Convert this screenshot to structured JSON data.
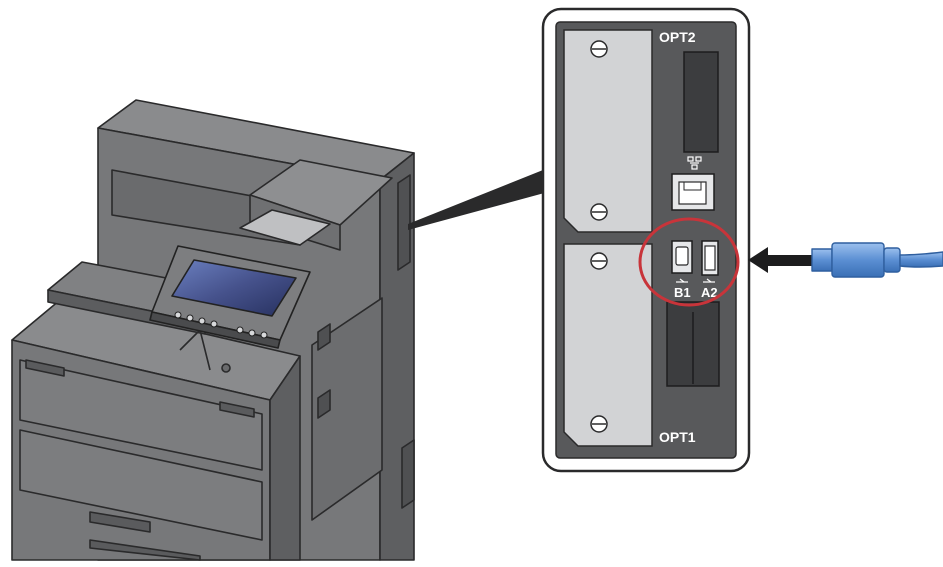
{
  "labels": {
    "opt2": "OPT2",
    "opt1": "OPT1",
    "port_b1": "B1",
    "port_a2": "A2"
  },
  "icons": {
    "network_port": "network-icon",
    "usb_port": "usb-icon",
    "panel_screw": "screw-icon"
  },
  "colors": {
    "printer_body": "#77787a",
    "printer_dark": "#4f5052",
    "panel_bg": "#58595b",
    "slot_cover": "#d2d3d5",
    "highlight_ring": "#c8343a",
    "usb_cable": "#5b8fd3"
  }
}
